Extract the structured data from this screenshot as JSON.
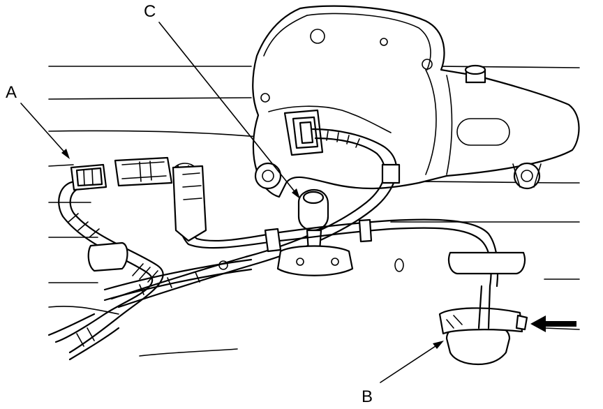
{
  "callouts": {
    "a": "A",
    "b": "B",
    "c": "C"
  },
  "arrow_icon": "push-direction-arrow-icon",
  "line_color": "#000000",
  "background_color": "#ffffff"
}
